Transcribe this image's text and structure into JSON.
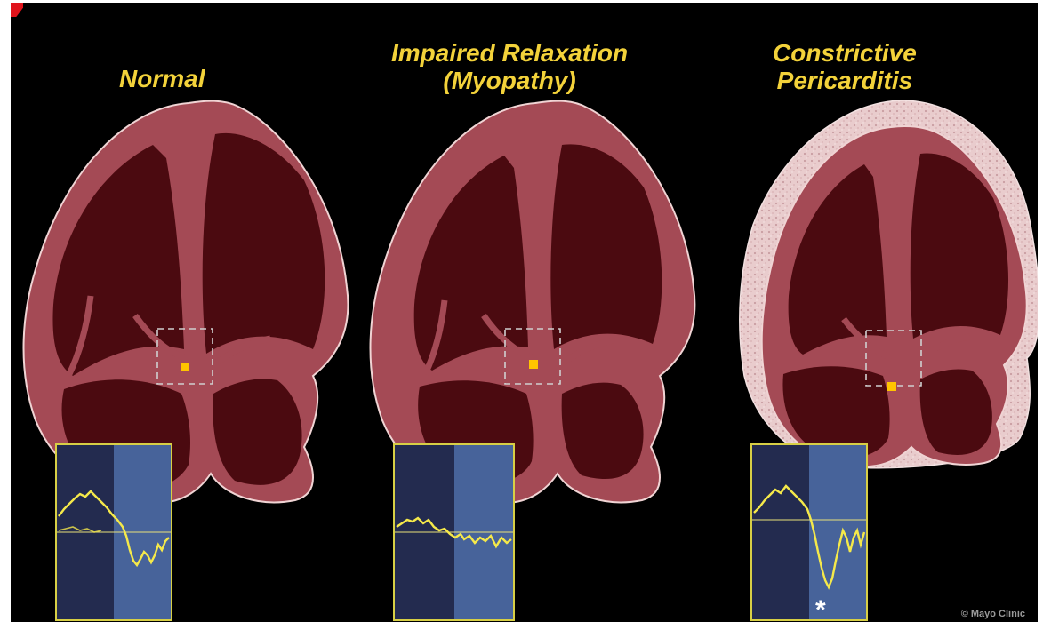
{
  "panels": [
    {
      "title_lines": [
        "Normal"
      ]
    },
    {
      "title_lines": [
        "Impaired Relaxation",
        "(Myopathy)"
      ]
    },
    {
      "title_lines": [
        "Constrictive",
        "Pericarditis"
      ]
    }
  ],
  "doppler_marker": "*",
  "credit": "© Mayo Clinic",
  "colors": {
    "background": "#000000",
    "title": "#f3d23a",
    "myocardium": "#a44a55",
    "chamber": "#4b0a10",
    "pericardium": "#e8c9c9",
    "sample_volume": "#ffc400",
    "doppler_trace": "#f5e94a"
  }
}
